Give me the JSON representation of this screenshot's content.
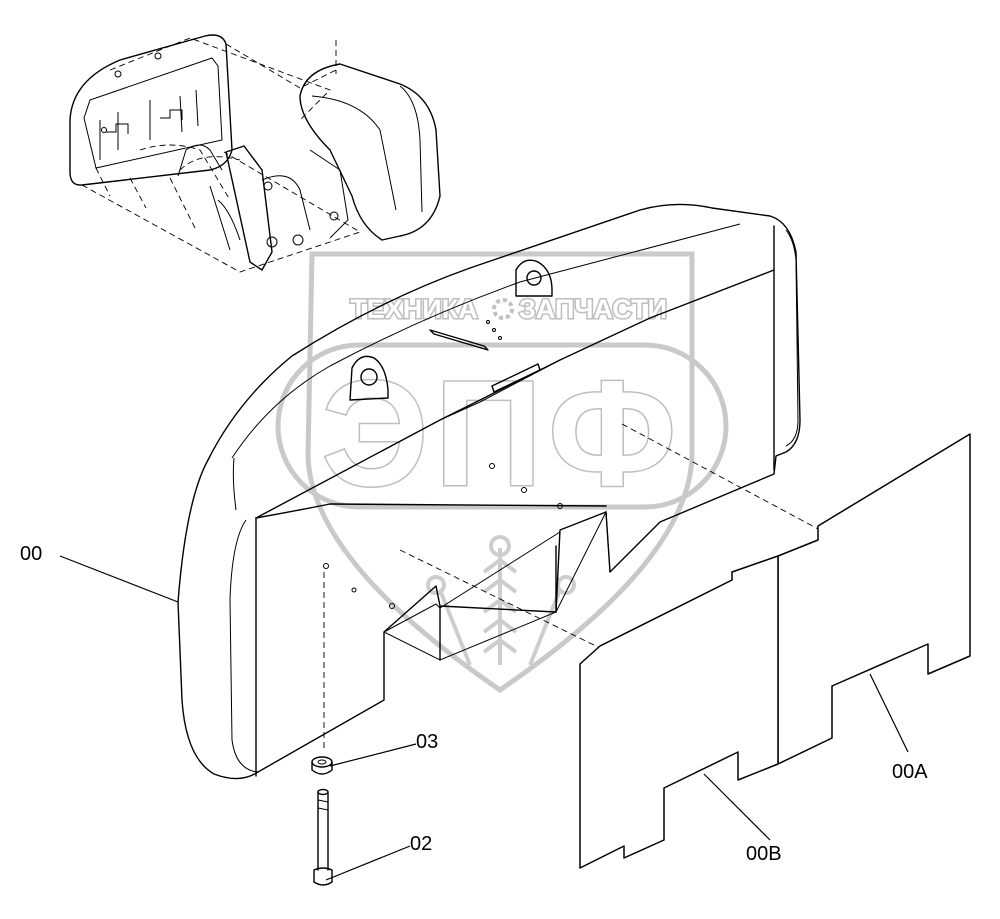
{
  "watermark": {
    "top_left": "ТЕХНИКА",
    "top_right": "ЗАПЧАСТИ",
    "main": "ЭПФ"
  },
  "callouts": [
    {
      "id": "00",
      "label": "00"
    },
    {
      "id": "03",
      "label": "03"
    },
    {
      "id": "02",
      "label": "02"
    },
    {
      "id": "00A",
      "label": "00A"
    },
    {
      "id": "00B",
      "label": "00B"
    }
  ]
}
